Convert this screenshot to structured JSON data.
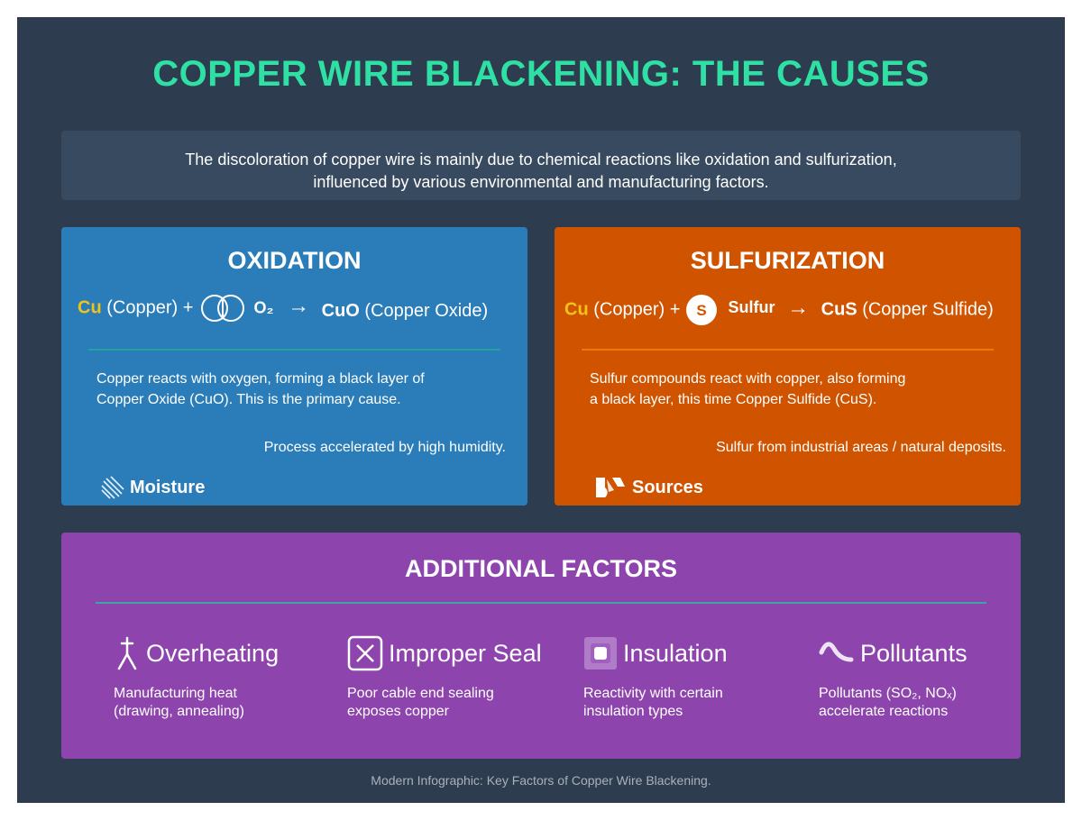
{
  "title": "COPPER WIRE BLACKENING: THE CAUSES",
  "intro": {
    "line1": "The discoloration of copper wire is mainly due to chemical reactions like oxidation and sulfurization,",
    "line2": "influenced by various environmental and manufacturing factors."
  },
  "oxidation": {
    "title": "OXIDATION",
    "reactant": "Cu",
    "reactant_name": "(Copper) +",
    "oxygen": "O₂",
    "arrow": "→",
    "product": "CuO",
    "product_name": "(Copper Oxide)",
    "desc_line1": "Copper reacts with oxygen, forming a black layer of",
    "desc_line2": "Copper Oxide (CuO). This is the primary cause.",
    "note": "Process accelerated by high humidity.",
    "tag": "Moisture",
    "tag_icon": "moisture-icon"
  },
  "sulfurization": {
    "title": "SULFURIZATION",
    "reactant": "Cu",
    "reactant_name": "(Copper) +",
    "sulfur_symbol": "S",
    "sulfur": "Sulfur",
    "arrow": "→",
    "product": "CuS",
    "product_name": "(Copper Sulfide)",
    "desc_line1": "Sulfur compounds react with copper, also forming",
    "desc_line2": "a black layer, this time Copper Sulfide (CuS).",
    "note": "Sulfur from industrial areas / natural deposits.",
    "tag": "Sources",
    "tag_icon": "sources-icon"
  },
  "factors": {
    "title": "ADDITIONAL FACTORS",
    "items": [
      {
        "label": "Overheating",
        "line1": "Manufacturing heat",
        "line2": "(drawing, annealing)",
        "icon": "heat-icon"
      },
      {
        "label": "Improper Seal",
        "line1": "Poor cable end sealing",
        "line2": "exposes copper",
        "icon": "seal-icon"
      },
      {
        "label": "Insulation",
        "line1": "Reactivity with certain",
        "line2": "insulation types",
        "icon": "insulation-icon"
      },
      {
        "label": "Pollutants",
        "line1": "Pollutants (SO₂, NOₓ)",
        "line2": "accelerate reactions",
        "icon": "pollutants-icon"
      }
    ]
  },
  "footer": "Modern Infographic: Key Factors of Copper Wire Blackening.",
  "colors": {
    "background": "#2d3c4e",
    "title": "#2fe0a4",
    "oxidation": "#2a7db9",
    "sulfurization": "#d05400",
    "factors": "#8e44ad",
    "element_highlight": "#f0c21a"
  }
}
